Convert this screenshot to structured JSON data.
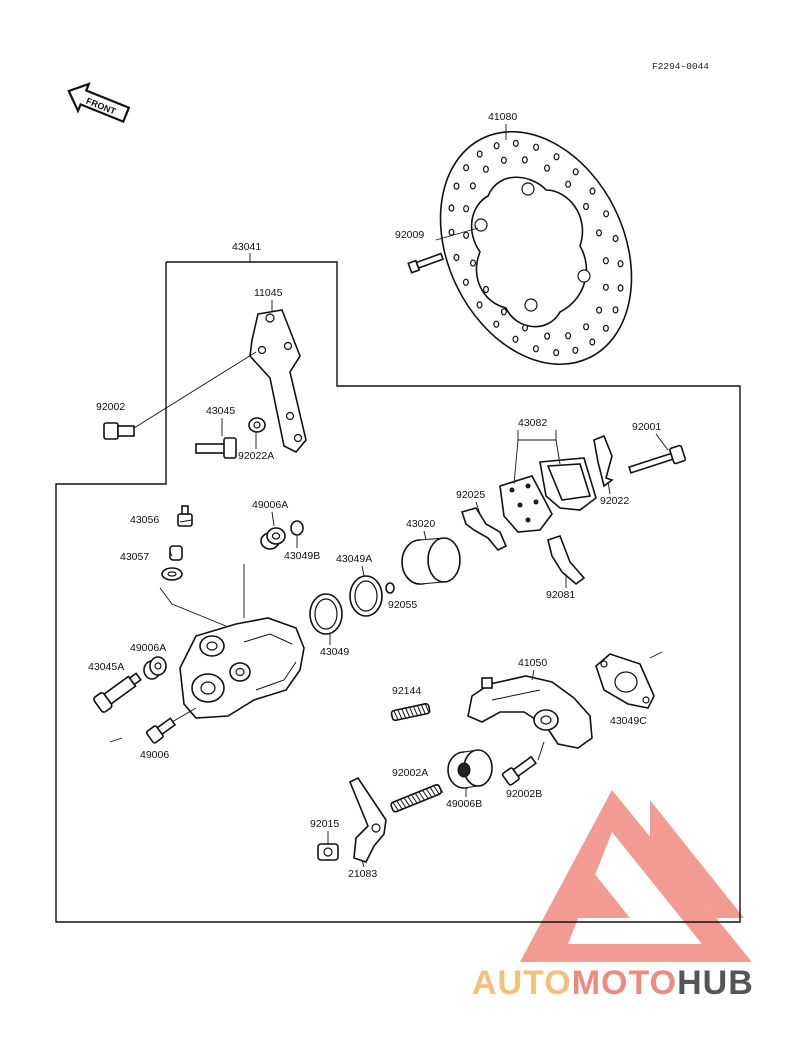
{
  "figure_code": "F2294-0044",
  "front_arrow_label": "FRONT",
  "parts": {
    "p41080": "41080",
    "p92009": "92009",
    "p43041": "43041",
    "p11045": "11045",
    "p92002": "92002",
    "p43045": "43045",
    "p92022A": "92022A",
    "p43082": "43082",
    "p92001": "92001",
    "p92025": "92025",
    "p92022": "92022",
    "p43056": "43056",
    "p49006A_top": "49006A",
    "p43049B": "43049B",
    "p43020": "43020",
    "p43057": "43057",
    "p43049A": "43049A",
    "p92055": "92055",
    "p92081": "92081",
    "p43049": "43049",
    "p49006A_left": "49006A",
    "p43045A": "43045A",
    "p41050": "41050",
    "p92144": "92144",
    "p43049C": "43049C",
    "p49006": "49006",
    "p92002A": "92002A",
    "p49006B": "49006B",
    "p92002B": "92002B",
    "p92015": "92015",
    "p21083": "21083"
  },
  "watermark": {
    "brand_part1": "AUTO",
    "brand_part2": "MOTO",
    "brand_part3": "HUB",
    "color_auto": "#f2c27a",
    "color_moto": "#ee8a7e",
    "color_hub": "#555555",
    "logo_color": "#f08a80"
  }
}
